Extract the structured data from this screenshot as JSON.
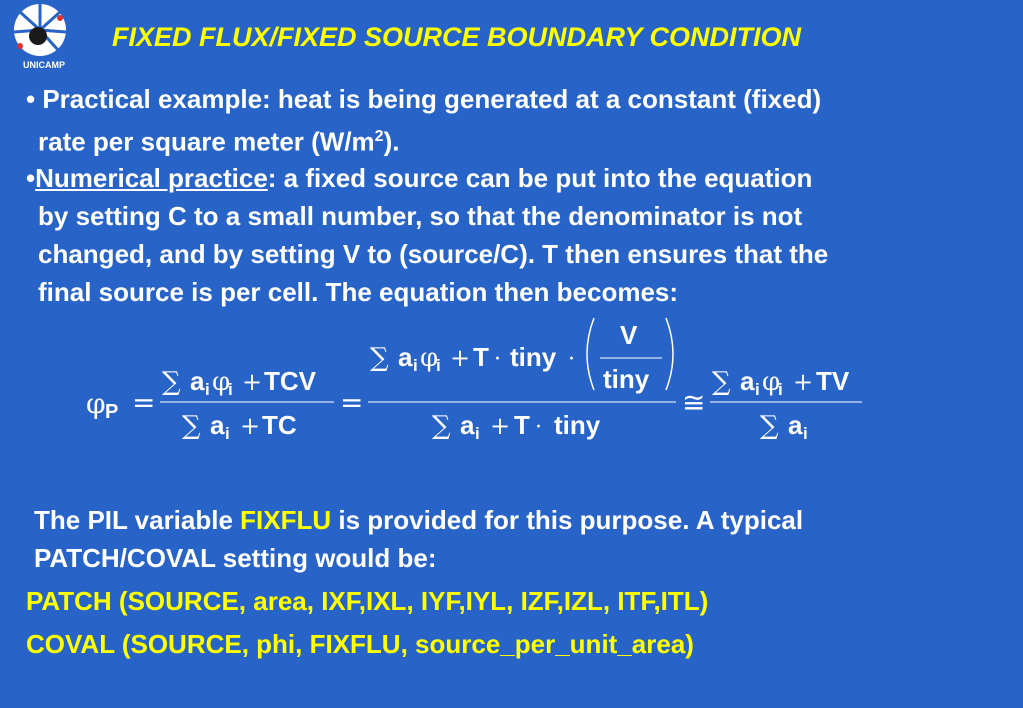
{
  "logo": {
    "label": "UNICAMP"
  },
  "title": "FIXED FLUX/FIXED SOURCE BOUNDARY CONDITION",
  "bullet1": {
    "bullet": "•",
    "line1": " Practical example: heat is being generated at a constant (fixed)",
    "line2a": "rate per square meter (W/m",
    "sup": "2",
    "line2b": ")."
  },
  "bullet2": {
    "bullet": "•",
    "lead": "Numerical practice",
    "line1": ": a fixed source can be put into the equation",
    "line2": "by setting C to a small number, so that the denominator is not",
    "line3": "changed, and by setting V to (source/C). T then ensures that the",
    "line4": "final source is per cell.  The equation then becomes:"
  },
  "equation": {
    "lhs": "φP",
    "frac1_num": "∑aᵢφᵢ + TCV",
    "frac1_den": "∑aᵢ + TC",
    "frac2_num": "∑aᵢφᵢ + T · tiny · (V / tiny)",
    "frac2_den": "∑aᵢ + T · tiny",
    "frac3_num": "∑aᵢφᵢ + TV",
    "frac3_den": "∑aᵢ"
  },
  "para3": {
    "pre": "The PIL variable ",
    "highlight": "FIXFLU",
    "post": " is provided for this purpose. A typical",
    "line2": "PATCH/COVAL setting would be:"
  },
  "code": {
    "patch": "PATCH (SOURCE, area, IXF,IXL, IYF,IYL, IZF,IZL, ITF,ITL)",
    "coval": "COVAL (SOURCE, phi, FIXFLU, source_per_unit_area)"
  }
}
